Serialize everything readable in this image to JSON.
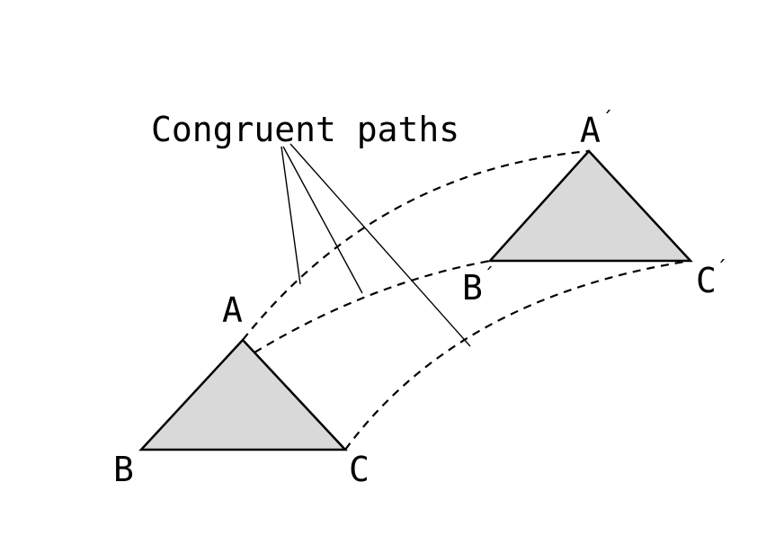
{
  "diagram": {
    "title": "Congruent paths",
    "original_triangle": {
      "vertices": [
        {
          "id": "A",
          "label": "A"
        },
        {
          "id": "B",
          "label": "B"
        },
        {
          "id": "C",
          "label": "C"
        }
      ]
    },
    "image_triangle": {
      "vertices": [
        {
          "id": "A_prime",
          "label": "A",
          "prime": "´"
        },
        {
          "id": "B_prime",
          "label": "B",
          "prime": "´"
        },
        {
          "id": "C_prime",
          "label": "C",
          "prime": "´"
        }
      ]
    },
    "colors": {
      "triangle_fill": "#d9d9da",
      "stroke": "#000000"
    }
  }
}
